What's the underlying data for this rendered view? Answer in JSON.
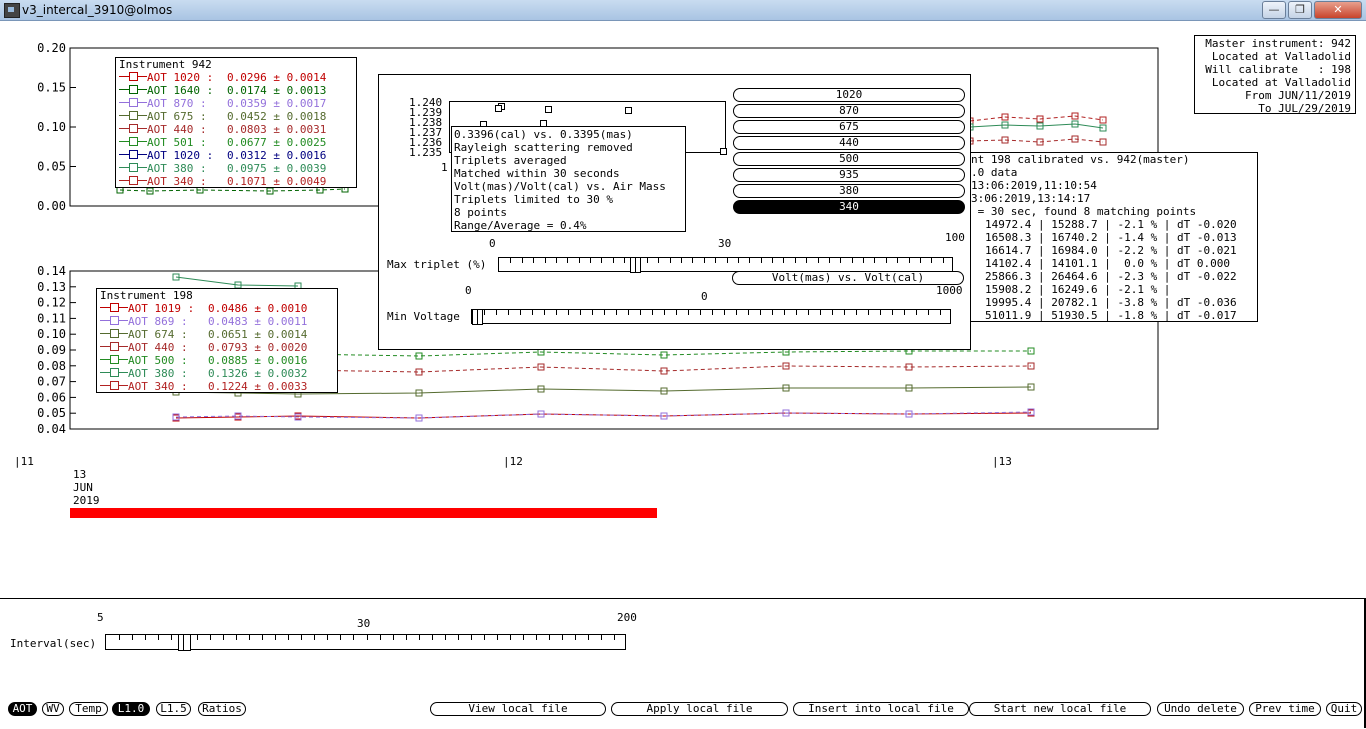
{
  "window": {
    "title": "v3_intercal_3910@olmos",
    "min": "—",
    "max": "❐",
    "close": "✕"
  },
  "top_chart": {
    "y_ticks": [
      "0.20",
      "0.15",
      "0.10",
      "0.05",
      "0.00"
    ],
    "legend_title": "Instrument 942",
    "legend": [
      {
        "label": "AOT 1020 :",
        "value": "0.0296 ± 0.0014",
        "color": "#c00000",
        "marker": "square"
      },
      {
        "label": "AOT 1640 :",
        "value": "0.0174 ± 0.0013",
        "color": "#006400",
        "marker": "tri-down"
      },
      {
        "label": "AOT 870 :",
        "value": "0.0359 ± 0.0017",
        "color": "#9370db",
        "marker": "x"
      },
      {
        "label": "AOT 675 :",
        "value": "0.0452 ± 0.0018",
        "color": "#556b2f",
        "marker": "diamond"
      },
      {
        "label": "AOT 440 :",
        "value": "0.0803 ± 0.0031",
        "color": "#a52a2a",
        "marker": "square"
      },
      {
        "label": "AOT 501 :",
        "value": "0.0677 ± 0.0025",
        "color": "#228b22",
        "marker": "tri-up"
      },
      {
        "label": "AOT 1020 :",
        "value": "0.0312 ± 0.0016",
        "color": "#000080",
        "marker": "tri-up"
      },
      {
        "label": "AOT 380 :",
        "value": "0.0975 ± 0.0039",
        "color": "#2e8b57",
        "marker": "x"
      },
      {
        "label": "AOT 340 :",
        "value": "0.1071 ± 0.0049",
        "color": "#b22222",
        "marker": "x"
      }
    ]
  },
  "bottom_chart": {
    "y_ticks": [
      "0.14",
      "0.13",
      "0.12",
      "0.11",
      "0.10",
      "0.09",
      "0.08",
      "0.07",
      "0.06",
      "0.05",
      "0.04"
    ],
    "legend_title": "Instrument 198",
    "legend": [
      {
        "label": "AOT 1019 :",
        "value": "0.0486 ± 0.0010",
        "color": "#c00000"
      },
      {
        "label": "AOT 869 :",
        "value": "0.0483 ± 0.0011",
        "color": "#9370db"
      },
      {
        "label": "AOT 674 :",
        "value": "0.0651 ± 0.0014",
        "color": "#556b2f"
      },
      {
        "label": "AOT 440 :",
        "value": "0.0793 ± 0.0020",
        "color": "#a52a2a"
      },
      {
        "label": "AOT 500 :",
        "value": "0.0885 ± 0.0016",
        "color": "#228b22"
      },
      {
        "label": "AOT 380 :",
        "value": "0.1326 ± 0.0032",
        "color": "#2e8b57"
      },
      {
        "label": "AOT 340 :",
        "value": "0.1224 ± 0.0033",
        "color": "#b22222"
      }
    ]
  },
  "time_axis": {
    "ticks": [
      "|11",
      "|12",
      "|13"
    ],
    "day": "13",
    "month": "JUN",
    "year": "2019"
  },
  "master_info": [
    "Master instrument: 942",
    "Located at Valladolid",
    "Will calibrate   : 198",
    "Located at Valladolid",
    "From JUN/11/2019",
    "To JUL/29/2019"
  ],
  "calib_info": {
    "header": [
      "nt 198 calibrated vs. 942(master)",
      ".0 data",
      "13:06:2019,11:10:54",
      "3:06:2019,13:14:17",
      " = 30 sec, found 8 matching points"
    ],
    "rows": [
      "14972.4 | 15288.7 | -2.1 % | dT -0.020",
      "16508.3 | 16740.2 | -1.4 % | dT -0.013",
      "16614.7 | 16984.0 | -2.2 % | dT -0.021",
      "14102.4 | 14101.1 |  0.0 % | dT 0.000",
      "25866.3 | 26464.6 | -2.3 % | dT -0.022",
      "15908.2 | 16249.6 | -2.1 % |",
      "19995.4 | 20782.1 | -3.8 % | dT -0.036",
      "51011.9 | 51930.5 | -1.8 % | dT -0.017"
    ]
  },
  "popup": {
    "mini_ticks": [
      "1.240",
      "1.239",
      "1.238",
      "1.237",
      "1.236",
      "1.235"
    ],
    "mini_first": "1",
    "info": [
      "0.3396(cal) vs. 0.3395(mas)",
      "Rayleigh scattering removed",
      "Triplets averaged",
      "Matched within 30 seconds",
      "Volt(mas)/Volt(cal) vs. Air Mass",
      "Triplets limited to 30 %",
      "8 points",
      "Range/Average = 0.4%"
    ],
    "wavelengths": [
      {
        "label": "1020",
        "selected": false
      },
      {
        "label": "870",
        "selected": false
      },
      {
        "label": "675",
        "selected": false
      },
      {
        "label": "440",
        "selected": false
      },
      {
        "label": "500",
        "selected": false
      },
      {
        "label": "935",
        "selected": false
      },
      {
        "label": "380",
        "selected": false
      },
      {
        "label": "340",
        "selected": true
      }
    ],
    "triplet": {
      "label": "Max triplet (%)",
      "min": "0",
      "mid": "30",
      "max": "100",
      "value": 30
    },
    "volt_pill": "Volt(mas) vs. Volt(cal)",
    "voltage": {
      "label": "Min Voltage",
      "min": "0",
      "mid": "0",
      "max": "1000",
      "value": 0
    }
  },
  "interval": {
    "label": "Interval(sec)",
    "min": "5",
    "mid": "30",
    "max": "200",
    "value": 0.15
  },
  "modes": [
    {
      "label": "AOT",
      "on": true
    },
    {
      "label": "WV",
      "on": false
    },
    {
      "label": "Temp",
      "on": false
    },
    {
      "label": "L1.0",
      "on": true
    },
    {
      "label": "L1.5",
      "on": false
    },
    {
      "label": "Ratios",
      "on": false
    }
  ],
  "actions": [
    "View local file",
    "Apply local file",
    "Insert into local file",
    "Start new local file",
    "Undo delete",
    "Prev time",
    "Quit"
  ]
}
